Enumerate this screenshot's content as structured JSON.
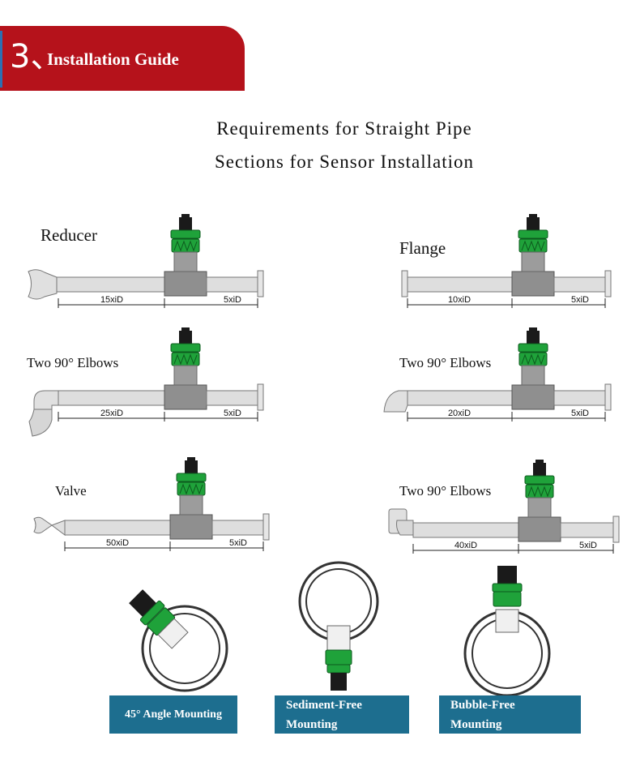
{
  "banner": {
    "number": "3、",
    "title": "Installation Guide"
  },
  "heading": {
    "line1": "Requirements for Straight Pipe",
    "line2": "Sections for Sensor Installation"
  },
  "diagrams": [
    {
      "label": "Reducer",
      "upstream": "15xiD",
      "downstream": "5xiD"
    },
    {
      "label": "Flange",
      "upstream": "10xiD",
      "downstream": "5xiD"
    },
    {
      "label": "Two 90° Elbows",
      "upstream": "25xiD",
      "downstream": "5xiD"
    },
    {
      "label": "Two 90° Elbows",
      "upstream": "20xiD",
      "downstream": "5xiD"
    },
    {
      "label": "Valve",
      "upstream": "50xiD",
      "downstream": "5xiD"
    },
    {
      "label": "Two 90° Elbows",
      "upstream": "40xiD",
      "downstream": "5xiD"
    }
  ],
  "mounting": {
    "angle": "45° Angle Mounting",
    "sediment_line1": "Sediment-Free",
    "sediment_line2": "Mounting",
    "bubble_line1": "Bubble-Free",
    "bubble_line2": "Mounting"
  },
  "colors": {
    "banner": "#b5121b",
    "sensor_green": "#1fa23a",
    "pipe": "#dedede",
    "tee": "#8f8f8f",
    "button": "#1d6e8f"
  }
}
